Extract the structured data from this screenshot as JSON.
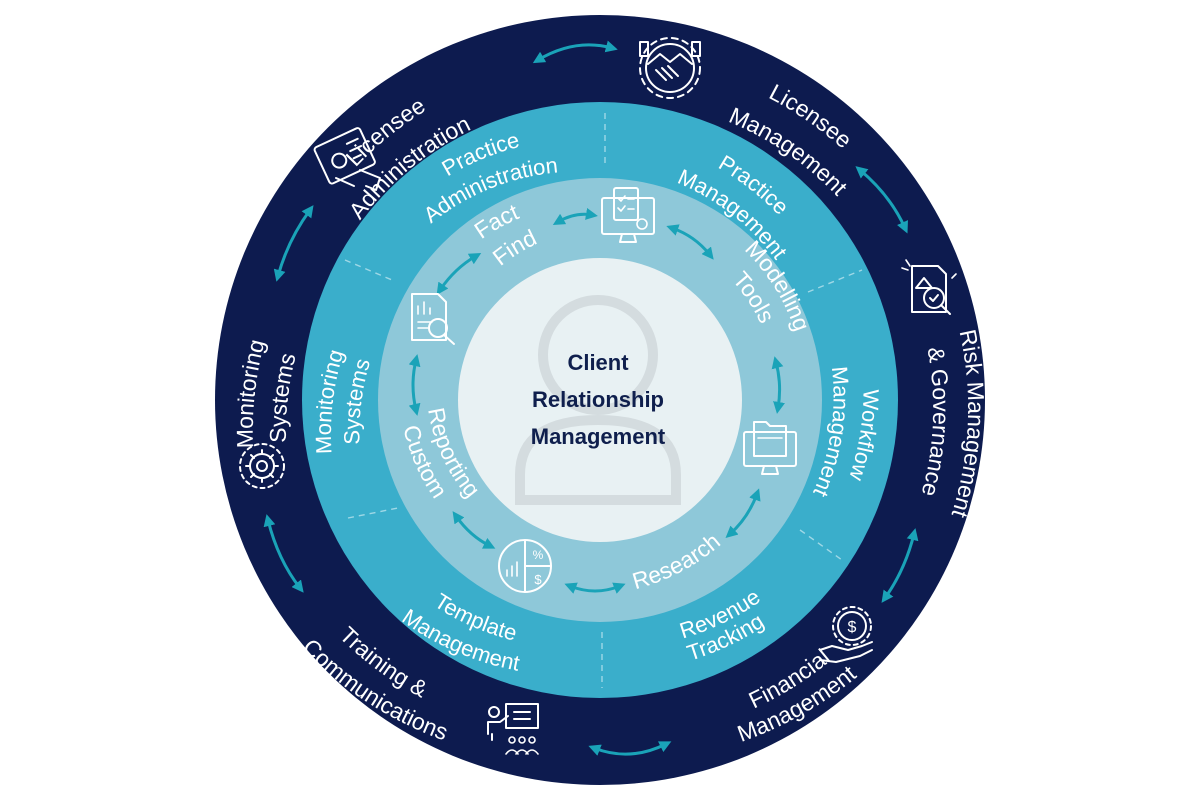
{
  "center": {
    "line1": "Client",
    "line2": "Relationship",
    "line3": "Management",
    "icon": "user-silhouette-icon"
  },
  "outer_ring": {
    "licensee_administration": [
      "Licensee",
      "Administration"
    ],
    "licensee_management": [
      "Licensee",
      "Management"
    ],
    "risk_management": [
      "Risk Management",
      "& Governance"
    ],
    "financial_management": [
      "Financial",
      "Management"
    ],
    "training": [
      "Training &",
      "Communications"
    ],
    "monitoring": [
      "Monitoring",
      "Systems"
    ]
  },
  "middle_ring": {
    "practice_administration": [
      "Practice",
      "Administration"
    ],
    "practice_management": [
      "Practice",
      "Management"
    ],
    "workflow_management": [
      "Workflow",
      "Management"
    ],
    "revenue_tracking": [
      "Revenue",
      "Tracking"
    ],
    "template_management": [
      "Template",
      "Management"
    ],
    "monitoring": [
      "Monitoring",
      "Systems"
    ]
  },
  "inner_ring": {
    "fact_find": [
      "Fact",
      "Find"
    ],
    "modelling_tools": [
      "Modelling",
      "Tools"
    ],
    "research": [
      "Research"
    ],
    "custom_reporting": [
      "Custom",
      "Reporting"
    ]
  },
  "colors": {
    "outer": "#0d1b4f",
    "middle": "#3aaecb",
    "inner": "#8ec8d9",
    "core": "#e8f1f3",
    "arrow": "#1aa3b8",
    "text_dark": "#0f1f4d"
  }
}
